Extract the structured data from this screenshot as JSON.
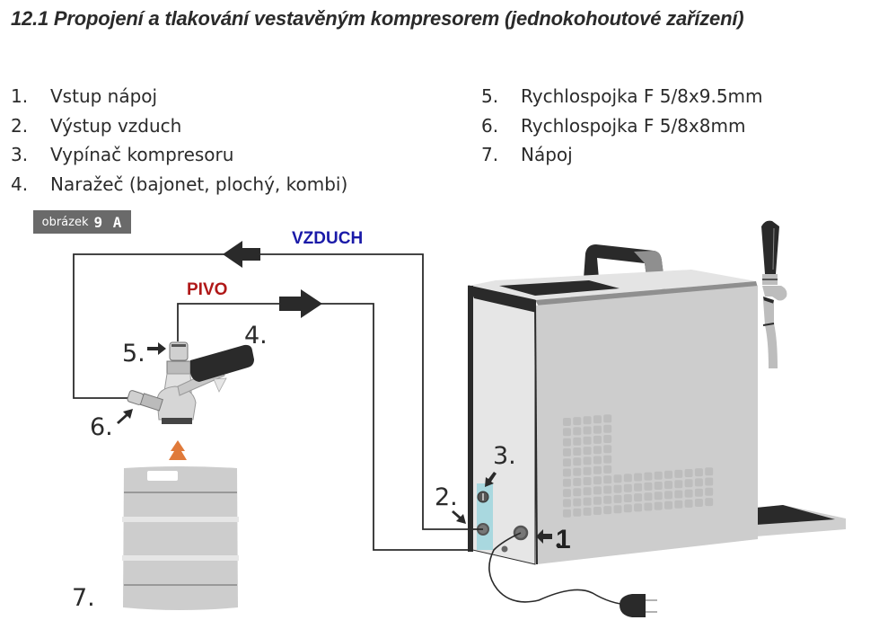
{
  "title": "12.1 Propojení a tlakování vestavěným kompresorem (jednokohoutové zařízení)",
  "legend": {
    "left": [
      {
        "num": "1.",
        "label": "Vstup nápoj"
      },
      {
        "num": "2.",
        "label": "Výstup vzduch"
      },
      {
        "num": "3.",
        "label": "Vypínač kompresoru"
      },
      {
        "num": "4.",
        "label": "Naražeč (bajonet, plochý, kombi)"
      }
    ],
    "right": [
      {
        "num": "5.",
        "label": "Rychlospojka F 5/8x9.5mm"
      },
      {
        "num": "6.",
        "label": "Rychlospojka F 5/8x8mm"
      },
      {
        "num": "7.",
        "label": "Nápoj"
      }
    ]
  },
  "figure": {
    "badge_label": "obrázek",
    "badge_id": "9 A",
    "flows": {
      "air": {
        "label": "VZDUCH",
        "color": "#1a1aa8"
      },
      "beer": {
        "label": "PIVO",
        "color": "#b01818"
      }
    },
    "callouts": {
      "c1": "1",
      "c2": "2.",
      "c3": "3.",
      "c4": "4.",
      "c5": "5.",
      "c6": "6.",
      "c7": "7."
    },
    "colors": {
      "line": "#2b2b2b",
      "body_light": "#cfcfcf",
      "body_side": "#e4e4e4",
      "dark": "#2a2a2a",
      "mid": "#8f8f8f",
      "switch_panel": "#a9d8df",
      "keg_arrow": "#e07a3a"
    }
  }
}
